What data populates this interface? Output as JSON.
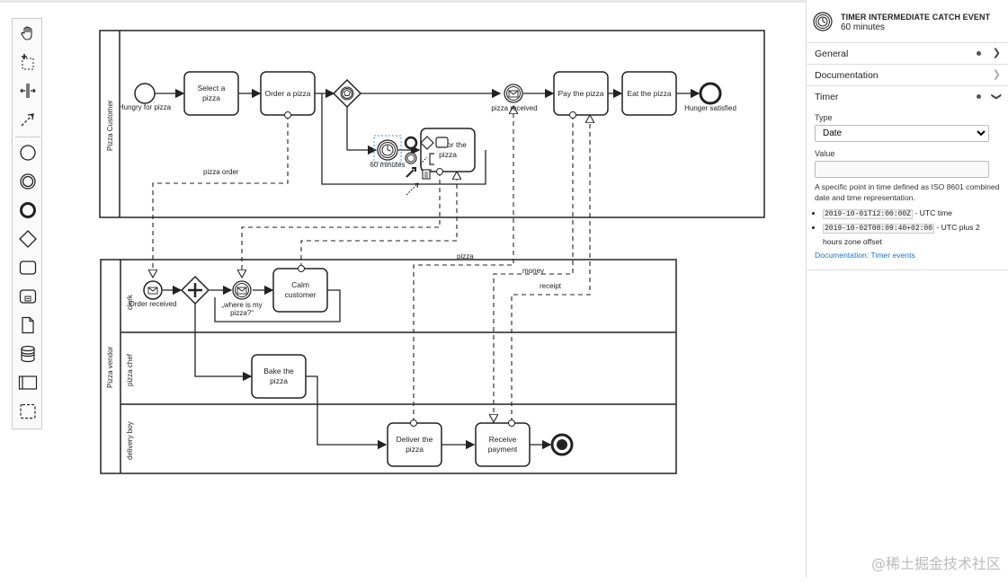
{
  "diagram": {
    "pool_customer": "Pizza Customer",
    "pool_vendor": "Pizza vendor",
    "lane_clerk": "clerk",
    "lane_chef": "pizza chef",
    "lane_delivery": "delivery boy",
    "start_event": "Hungry for pizza",
    "task_select": [
      "Select a",
      "pizza"
    ],
    "task_order": "Order a pizza",
    "event_received": "pizza received",
    "task_pay": "Pay the pizza",
    "task_eat": "Eat the pizza",
    "end_event": "Hunger satisfied",
    "timer_event": "60 minutes",
    "task_ask": [
      "or the",
      "pizza"
    ],
    "flow_pizza_order": "pizza order",
    "flow_pizza": "pizza",
    "flow_money": "money",
    "flow_receipt": "receipt",
    "event_order_received": "Order received",
    "event_where": [
      "„where is my",
      "pizza?“"
    ],
    "task_calm": [
      "Calm",
      "customer"
    ],
    "task_bake": [
      "Bake the",
      "pizza"
    ],
    "task_deliver": [
      "Deliver the",
      "pizza"
    ],
    "task_receive": [
      "Receive",
      "payment"
    ]
  },
  "properties": {
    "header_title": "TIMER INTERMEDIATE CATCH EVENT",
    "header_subtitle": "60 minutes",
    "groups": [
      "General",
      "Documentation",
      "Timer"
    ],
    "type_label": "Type",
    "type_value": "Date",
    "value_label": "Value",
    "value_current": "",
    "description": "A specific point in time defined as ISO 8601 combined date and time representation.",
    "example1_code": "2019-10-01T12:00:00Z",
    "example1_text": " - UTC time",
    "example2_code": "2019-10-02T08:09:40+02:00",
    "example2_text": " - UTC plus 2 hours zone offset",
    "doc_link": "Documentation: Timer events"
  },
  "watermark": "@稀土掘金技术社区"
}
